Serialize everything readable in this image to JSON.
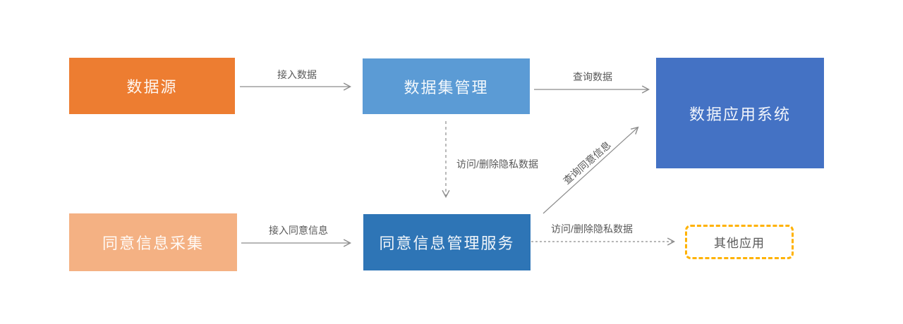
{
  "diagram": {
    "background": "#FFFFFF",
    "nodes": [
      {
        "id": "data-source",
        "label": "数据源",
        "fill": "#ED7D31",
        "text_color": "#FFFFFF",
        "border": "none"
      },
      {
        "id": "dataset-management",
        "label": "数据集管理",
        "fill": "#5B9BD5",
        "text_color": "#FFFFFF",
        "border": "none"
      },
      {
        "id": "data-application-system",
        "label": "数据应用系统",
        "fill": "#4472C4",
        "text_color": "#FFFFFF",
        "border": "none"
      },
      {
        "id": "consent-info-collection",
        "label": "同意信息采集",
        "fill": "#F4B183",
        "text_color": "#FFFFFF",
        "border": "none"
      },
      {
        "id": "consent-info-management-service",
        "label": "同意信息管理服务",
        "fill": "#2E75B6",
        "text_color": "#FFFFFF",
        "border": "none"
      },
      {
        "id": "other-applications",
        "label": "其他应用",
        "fill": "#FFFFFF",
        "text_color": "#595959",
        "border": "dashed",
        "border_color": "#FFB200"
      }
    ],
    "edges": [
      {
        "id": "access-data",
        "from": "data-source",
        "to": "dataset-management",
        "label": "接入数据",
        "style": "solid"
      },
      {
        "id": "query-data",
        "from": "dataset-management",
        "to": "data-application-system",
        "label": "查询数据",
        "style": "solid"
      },
      {
        "id": "access-delete-private-data-vertical",
        "from": "dataset-management",
        "to": "consent-info-management-service",
        "label": "访问/删除隐私数据",
        "style": "dashed"
      },
      {
        "id": "access-consent-info",
        "from": "consent-info-collection",
        "to": "consent-info-management-service",
        "label": "接入同意信息",
        "style": "solid"
      },
      {
        "id": "query-consent-info",
        "from": "consent-info-management-service",
        "to": "data-application-system",
        "label": "查询同意信息",
        "style": "solid"
      },
      {
        "id": "access-delete-private-data-horizontal",
        "from": "consent-info-management-service",
        "to": "other-applications",
        "label": "访问/删除隐私数据",
        "style": "dashed"
      }
    ],
    "line_color": "#8C8C8C",
    "label_color": "#595959"
  }
}
